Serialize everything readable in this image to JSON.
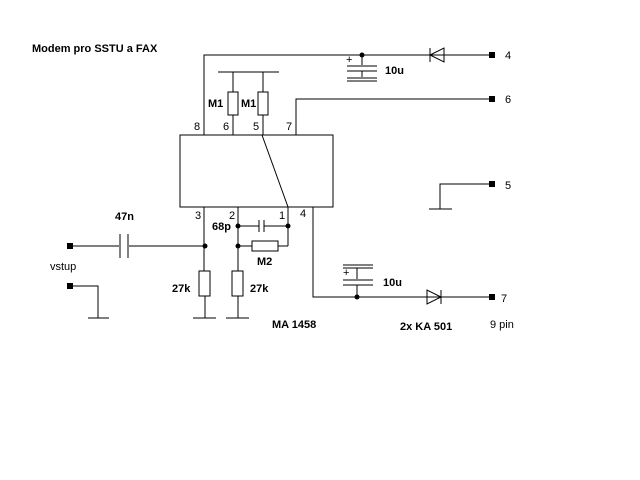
{
  "title": "Modem pro SSTU a FAX",
  "ic": {
    "name": "MA 1458",
    "pins": {
      "p1": "1",
      "p2": "2",
      "p3": "3",
      "p4": "4",
      "p5": "5",
      "p6": "6",
      "p7": "7",
      "p8": "8"
    }
  },
  "components": {
    "c_input": "47n",
    "c_feedback": "68p",
    "r_feedback": "M2",
    "r_pin6": "M1",
    "r_pin5": "M1",
    "r_left": "27k",
    "r_right": "27k",
    "c_top": "10u",
    "c_bottom": "10u",
    "plus_top": "+",
    "plus_bottom": "+"
  },
  "diodes": "2x KA 501",
  "connector": {
    "label": "9 pin",
    "pins": {
      "t4": "4",
      "t6": "6",
      "t5": "5",
      "t7": "7"
    }
  },
  "input_label": "vstup"
}
